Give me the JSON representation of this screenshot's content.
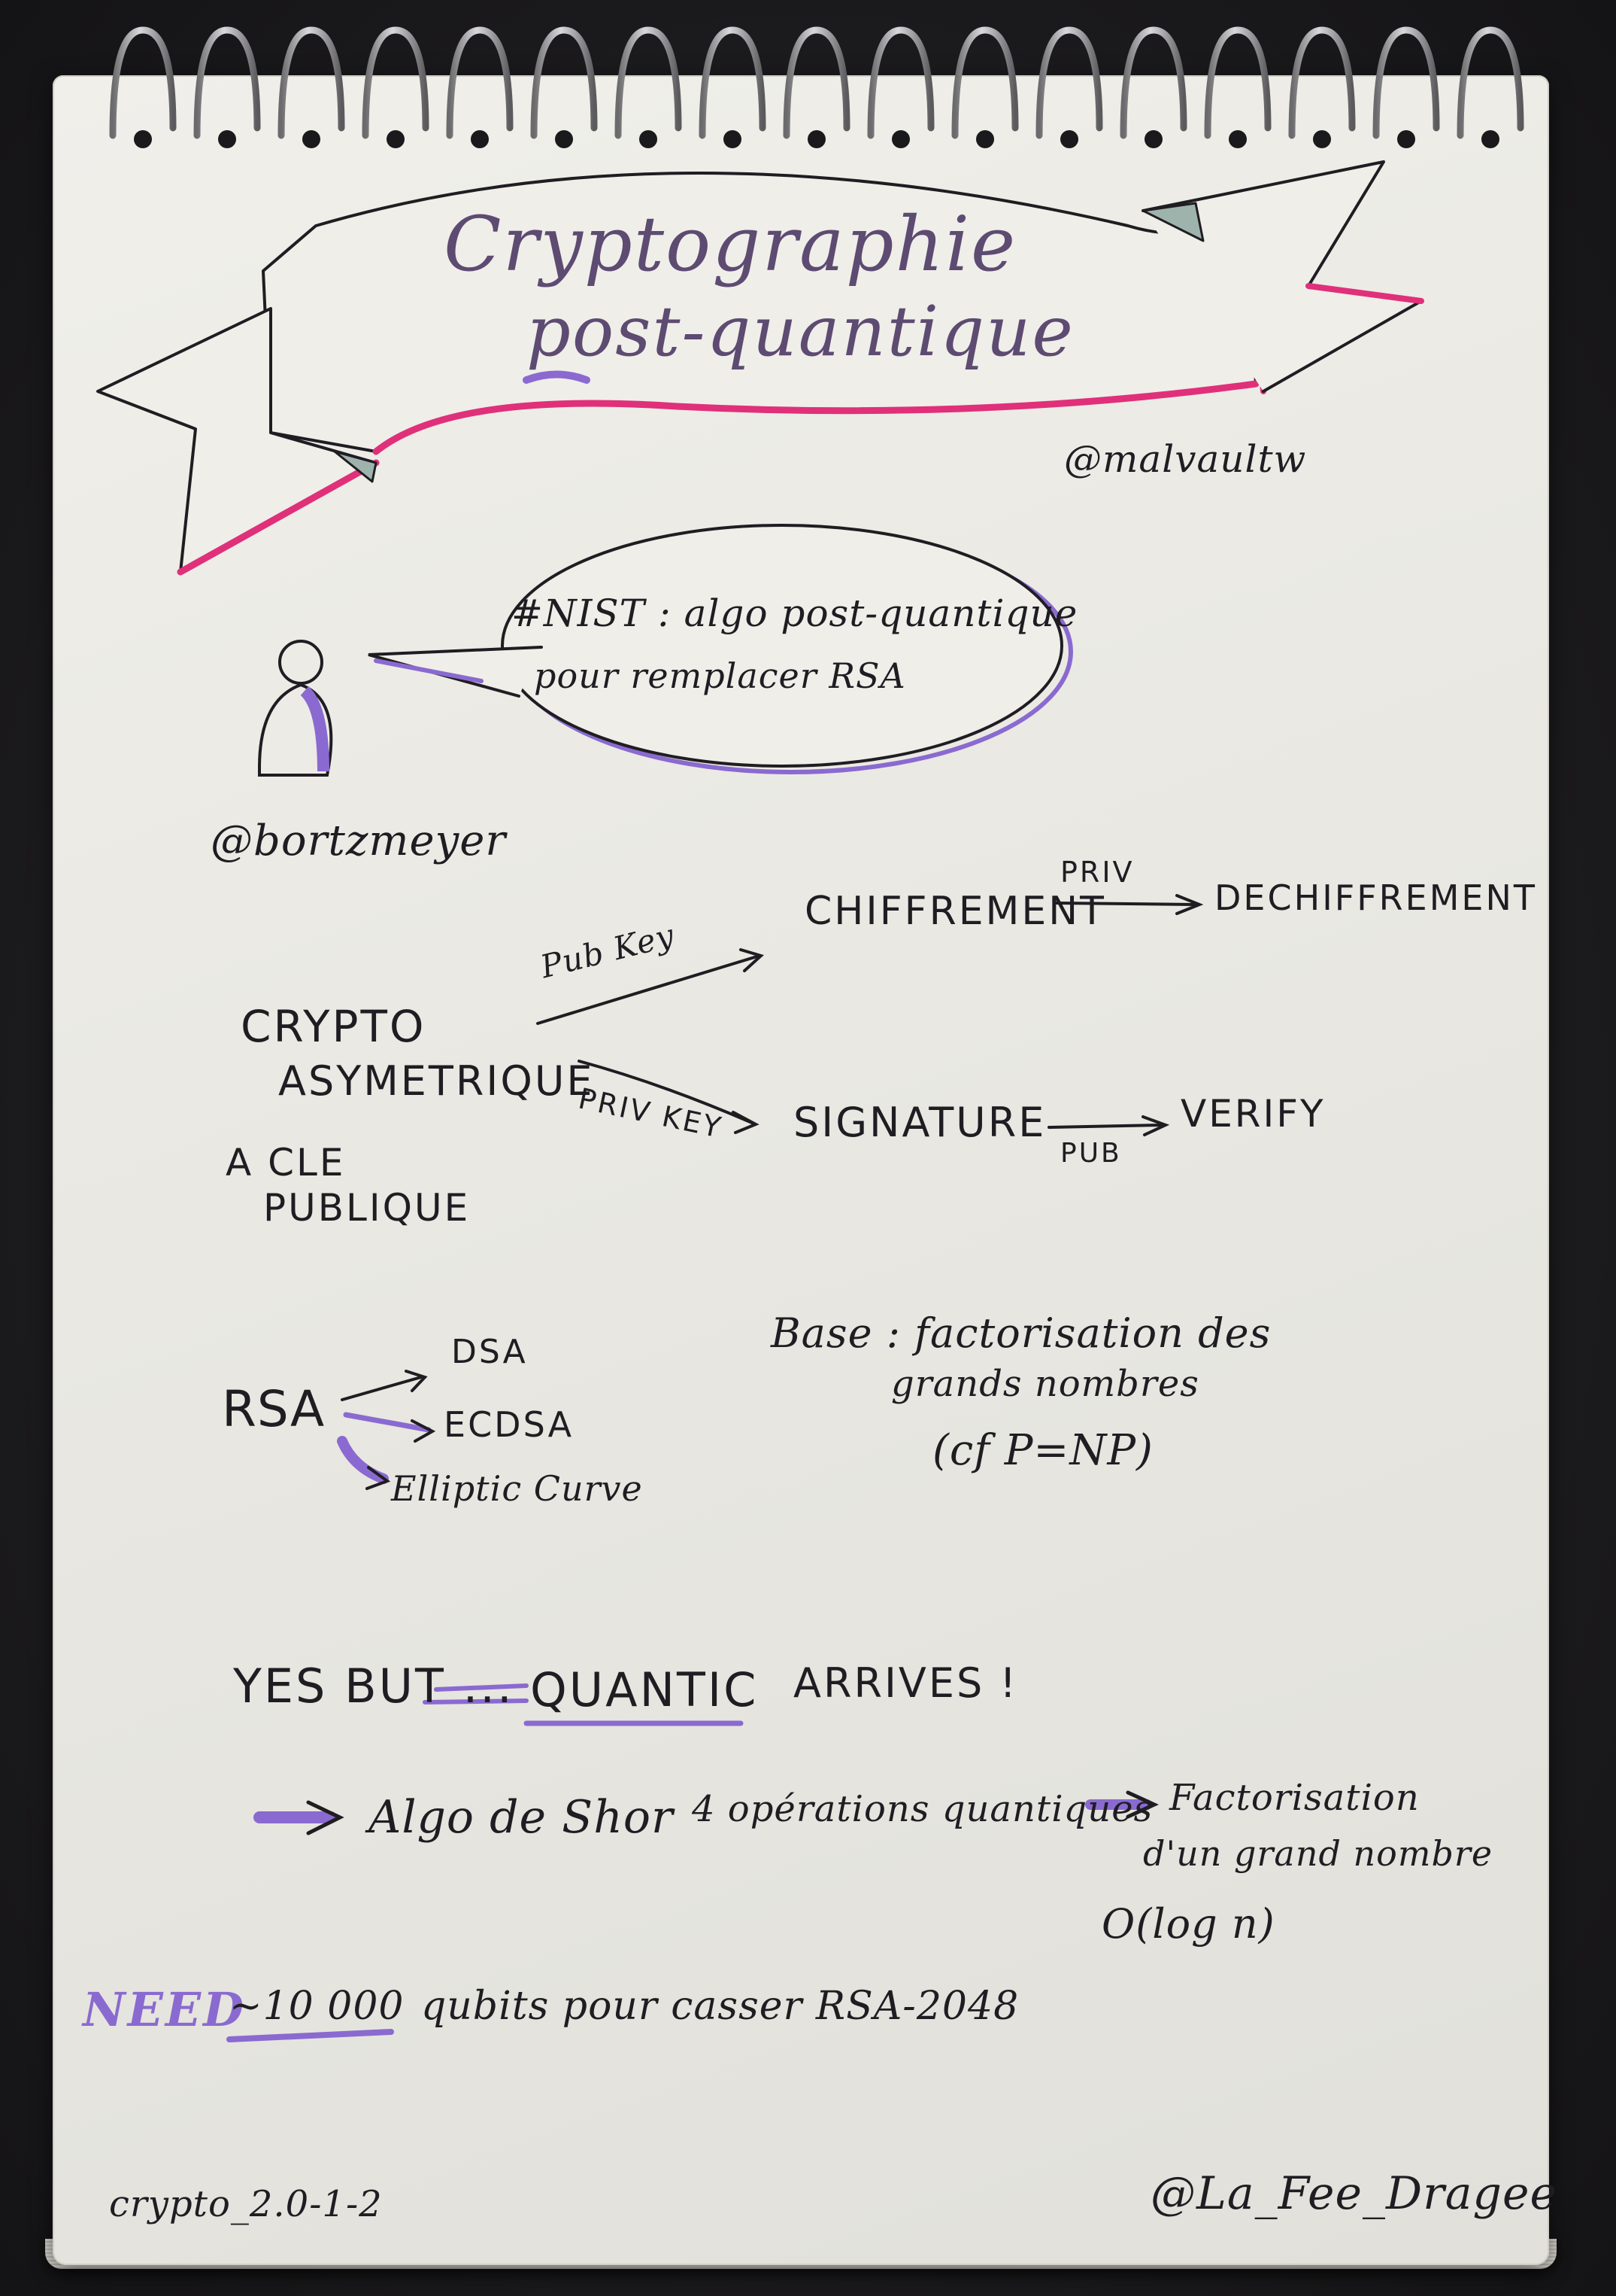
{
  "title": {
    "line1": "Cryptographie",
    "line2": "post-quantique"
  },
  "author_handle": "@malvaultw",
  "speech": {
    "line1": "#NIST : algo post-quantique",
    "line2": "pour remplacer RSA"
  },
  "speaker_handle": "@bortzmeyer",
  "crypto": {
    "label_line1": "CRYPTO",
    "label_line2": "ASYMETRIQUE",
    "label_line3": "A CLE",
    "label_line4": "PUBLIQUE",
    "pub_key": "Pub Key",
    "priv_key": "PRIV KEY",
    "chiffrement": "CHIFFREMENT",
    "priv": "PRIV",
    "dechiffrement": "DECHIFFREMENT",
    "signature": "SIGNATURE",
    "pub": "PUB",
    "verify": "VERIFY"
  },
  "rsa": {
    "label": "RSA",
    "dsa": "DSA",
    "ecdsa": "ECDSA",
    "elliptic": "Elliptic Curve"
  },
  "base": {
    "line1": "Base : factorisation des",
    "line2": "grands nombres",
    "line3": "(cf P=NP)"
  },
  "quantic": {
    "yes_but": "YES BUT ...",
    "quantic": "QUANTIC",
    "arrives": "ARRIVES !"
  },
  "shor": {
    "algo": "Algo de Shor",
    "ops": "4 opérations quantiques",
    "fact_line1": "Factorisation",
    "fact_line2": "d'un grand nombre",
    "complexity": "O(log n)"
  },
  "need": {
    "need": "NEED",
    "approx": "~10 000",
    "rest": "qubits pour casser RSA-2048"
  },
  "footer": {
    "left": "crypto_2.0-1-2",
    "right": "@La_Fee_Dragee"
  },
  "colors": {
    "ink": "#1f1d22",
    "title_ink": "#5d4b72",
    "accent_pink": "#e0307a",
    "accent_purple": "#8a6ad0",
    "ribbon_fill": "#9fb3ad"
  }
}
